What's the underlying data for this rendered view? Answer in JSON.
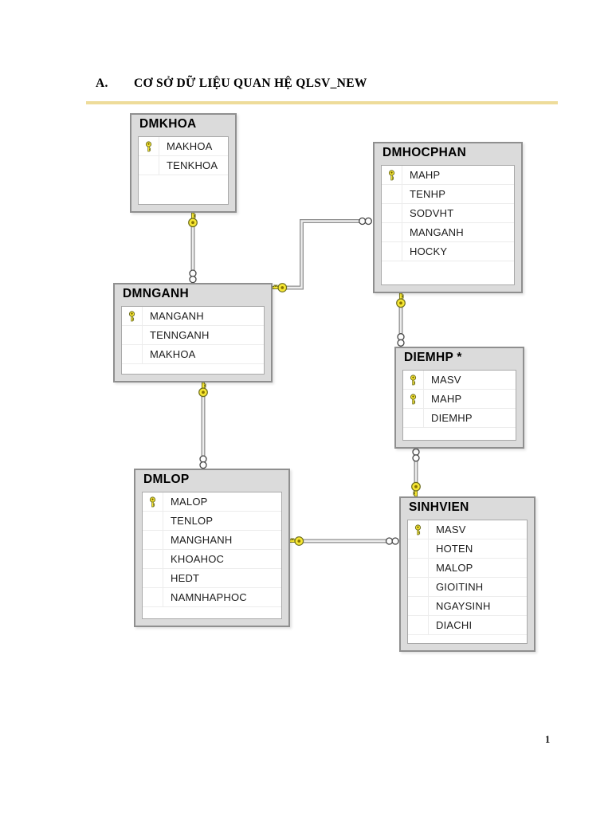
{
  "page": {
    "heading": {
      "number": "A.",
      "title": "CƠ SỞ DỮ LIỆU QUAN HỆ QLSV_NEW"
    },
    "page_number": "1"
  },
  "diagram": {
    "tables": [
      {
        "name": "DMKHOA",
        "columns": [
          {
            "name": "MAKHOA",
            "key": true
          },
          {
            "name": "TENKHOA",
            "key": false
          }
        ]
      },
      {
        "name": "DMHOCPHAN",
        "columns": [
          {
            "name": "MAHP",
            "key": true
          },
          {
            "name": "TENHP",
            "key": false
          },
          {
            "name": "SODVHT",
            "key": false
          },
          {
            "name": "MANGANH",
            "key": false
          },
          {
            "name": "HOCKY",
            "key": false
          }
        ]
      },
      {
        "name": "DMNGANH",
        "columns": [
          {
            "name": "MANGANH",
            "key": true
          },
          {
            "name": "TENNGANH",
            "key": false
          },
          {
            "name": "MAKHOA",
            "key": false
          }
        ]
      },
      {
        "name": "DIEMHP *",
        "columns": [
          {
            "name": "MASV",
            "key": true
          },
          {
            "name": "MAHP",
            "key": true
          },
          {
            "name": "DIEMHP",
            "key": false
          }
        ]
      },
      {
        "name": "DMLOP",
        "columns": [
          {
            "name": "MALOP",
            "key": true
          },
          {
            "name": "TENLOP",
            "key": false
          },
          {
            "name": "MANGHANH",
            "key": false
          },
          {
            "name": "KHOAHOC",
            "key": false
          },
          {
            "name": "HEDT",
            "key": false
          },
          {
            "name": "NAMNHAPHOC",
            "key": false
          }
        ]
      },
      {
        "name": "SINHVIEN",
        "columns": [
          {
            "name": "MASV",
            "key": true
          },
          {
            "name": "HOTEN",
            "key": false
          },
          {
            "name": "MALOP",
            "key": false
          },
          {
            "name": "GIOITINH",
            "key": false
          },
          {
            "name": "NGAYSINH",
            "key": false
          },
          {
            "name": "DIACHI",
            "key": false
          }
        ]
      }
    ],
    "relationships": [
      {
        "one": "DMKHOA",
        "many": "DMNGANH"
      },
      {
        "one": "DMNGANH",
        "many": "DMHOCPHAN"
      },
      {
        "one": "DMHOCPHAN",
        "many": "DIEMHP"
      },
      {
        "one": "SINHVIEN",
        "many": "DIEMHP"
      },
      {
        "one": "DMNGANH",
        "many": "DMLOP"
      },
      {
        "one": "DMLOP",
        "many": "SINHVIEN"
      }
    ],
    "colors": {
      "key_icon": "#f7e733",
      "heading_rule": "#eedc9a",
      "window_background": "#dbdbdb",
      "window_border": "#8f8f8f",
      "connector_line": "#8f8f8f"
    }
  }
}
